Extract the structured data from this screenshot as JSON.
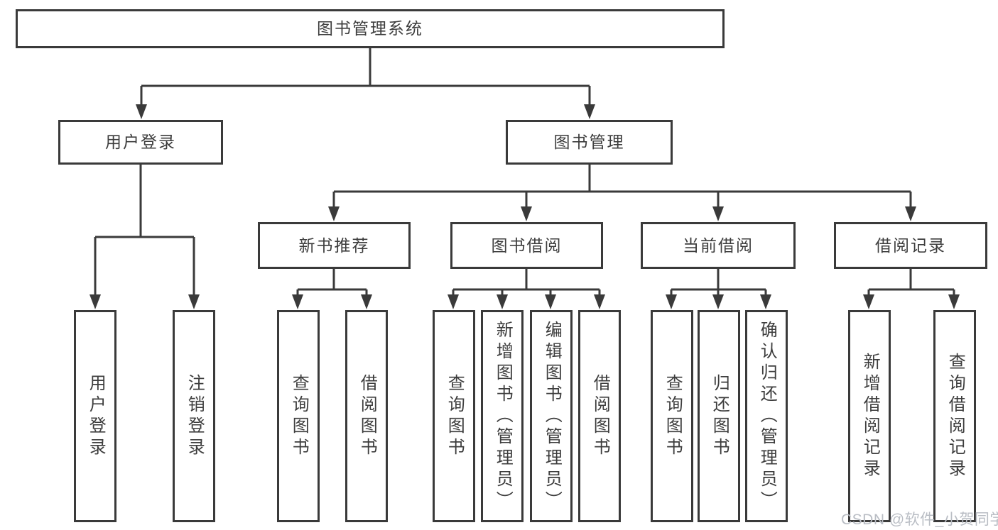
{
  "diagram": {
    "root": {
      "label": "图书管理系统"
    },
    "level2": [
      {
        "label": "用户登录"
      },
      {
        "label": "图书管理"
      }
    ],
    "level3": [
      {
        "label": "新书推荐"
      },
      {
        "label": "图书借阅"
      },
      {
        "label": "当前借阅"
      },
      {
        "label": "借阅记录"
      }
    ],
    "leaves": {
      "user_login": [
        "用户登录",
        "注销登录"
      ],
      "new_book": [
        "查询图书",
        "借阅图书"
      ],
      "book_borrow": [
        "查询图书",
        "新增图书（管理员）",
        "编辑图书（管理员）",
        "借阅图书"
      ],
      "current_borrow": [
        "查询图书",
        "归还图书",
        "确认归还（管理员）"
      ],
      "borrow_record": [
        "新增借阅记录",
        "查询借阅记录"
      ]
    },
    "watermark": "CSDN @软件_小贺同学",
    "colors": {
      "line": "#3a3a3a",
      "text": "#3d3d3d",
      "box_background": "#ffffff",
      "watermark": "#b9bdc4",
      "background": "#ffffff"
    }
  }
}
